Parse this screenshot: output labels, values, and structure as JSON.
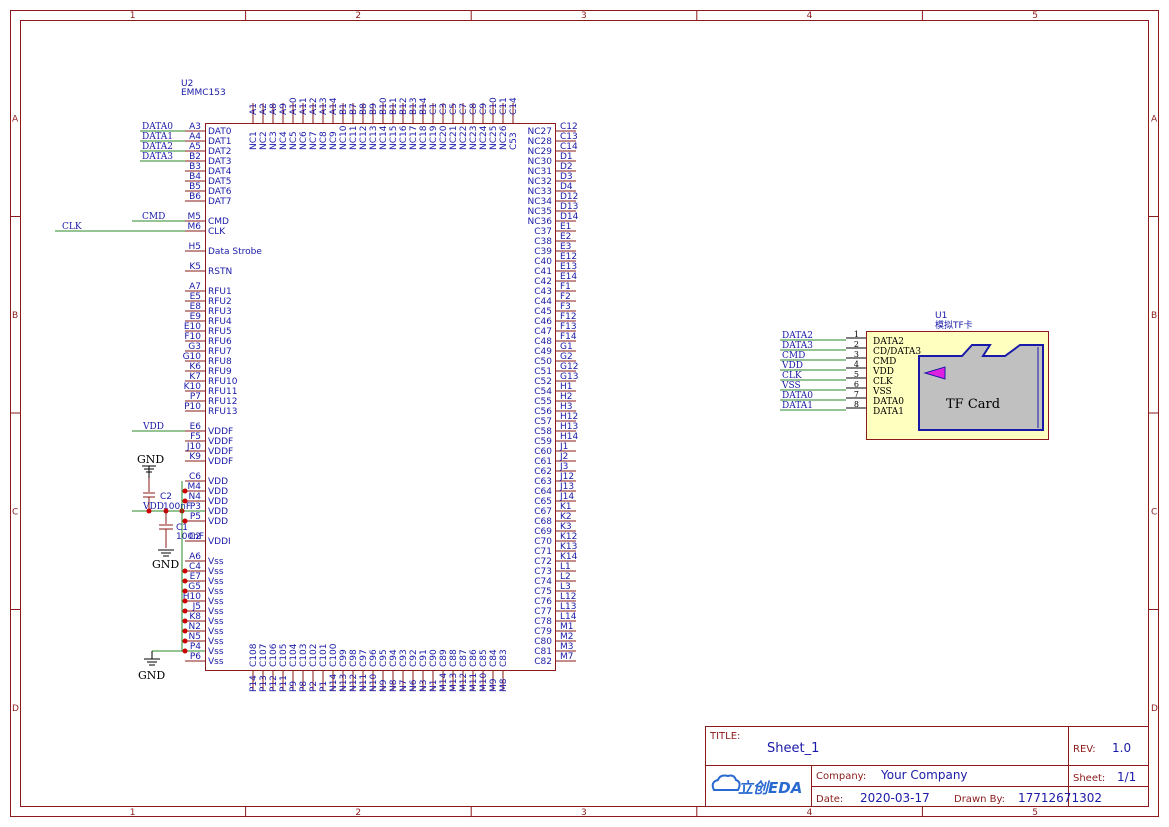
{
  "sheet": {
    "col_labels": [
      "1",
      "2",
      "3",
      "4",
      "5"
    ],
    "row_labels": [
      "A",
      "B",
      "C",
      "D"
    ]
  },
  "u2": {
    "ref": "U2",
    "part": "EMMC153",
    "left_pins": [
      {
        "num": "A3",
        "name": "DAT0",
        "net": "DATA0"
      },
      {
        "num": "A4",
        "name": "DAT1",
        "net": "DATA1"
      },
      {
        "num": "A5",
        "name": "DAT2",
        "net": "DATA2"
      },
      {
        "num": "B2",
        "name": "DAT3",
        "net": "DATA3"
      },
      {
        "num": "B3",
        "name": "DAT4",
        "net": ""
      },
      {
        "num": "B4",
        "name": "DAT5",
        "net": ""
      },
      {
        "num": "B5",
        "name": "DAT6",
        "net": ""
      },
      {
        "num": "B6",
        "name": "DAT7",
        "net": ""
      },
      {
        "num": "M5",
        "name": "CMD",
        "net": "CMD"
      },
      {
        "num": "M6",
        "name": "CLK",
        "net": "CLK"
      },
      {
        "num": "H5",
        "name": "Data Strobe",
        "net": ""
      },
      {
        "num": "K5",
        "name": "RSTN",
        "net": ""
      },
      {
        "num": "A7",
        "name": "RFU1",
        "net": ""
      },
      {
        "num": "E5",
        "name": "RFU2",
        "net": ""
      },
      {
        "num": "E8",
        "name": "RFU3",
        "net": ""
      },
      {
        "num": "E9",
        "name": "RFU4",
        "net": ""
      },
      {
        "num": "E10",
        "name": "RFU5",
        "net": ""
      },
      {
        "num": "F10",
        "name": "RFU6",
        "net": ""
      },
      {
        "num": "G3",
        "name": "RFU7",
        "net": ""
      },
      {
        "num": "G10",
        "name": "RFU8",
        "net": ""
      },
      {
        "num": "K6",
        "name": "RFU9",
        "net": ""
      },
      {
        "num": "K7",
        "name": "RFU10",
        "net": ""
      },
      {
        "num": "K10",
        "name": "RFU11",
        "net": ""
      },
      {
        "num": "P7",
        "name": "RFU12",
        "net": ""
      },
      {
        "num": "P10",
        "name": "RFU13",
        "net": ""
      },
      {
        "num": "E6",
        "name": "VDDF",
        "net": "VDD"
      },
      {
        "num": "F5",
        "name": "VDDF",
        "net": ""
      },
      {
        "num": "J10",
        "name": "VDDF",
        "net": ""
      },
      {
        "num": "K9",
        "name": "VDDF",
        "net": ""
      },
      {
        "num": "C6",
        "name": "VDD",
        "net": ""
      },
      {
        "num": "M4",
        "name": "VDD",
        "net": ""
      },
      {
        "num": "N4",
        "name": "VDD",
        "net": ""
      },
      {
        "num": "P3",
        "name": "VDD",
        "net": ""
      },
      {
        "num": "P5",
        "name": "VDD",
        "net": ""
      },
      {
        "num": "C2",
        "name": "VDDI",
        "net": ""
      },
      {
        "num": "A6",
        "name": "Vss",
        "net": ""
      },
      {
        "num": "C4",
        "name": "Vss",
        "net": ""
      },
      {
        "num": "E7",
        "name": "Vss",
        "net": ""
      },
      {
        "num": "G5",
        "name": "Vss",
        "net": ""
      },
      {
        "num": "H10",
        "name": "Vss",
        "net": ""
      },
      {
        "num": "J5",
        "name": "Vss",
        "net": ""
      },
      {
        "num": "K8",
        "name": "Vss",
        "net": ""
      },
      {
        "num": "N2",
        "name": "Vss",
        "net": ""
      },
      {
        "num": "N5",
        "name": "Vss",
        "net": ""
      },
      {
        "num": "P4",
        "name": "Vss",
        "net": ""
      },
      {
        "num": "P6",
        "name": "Vss",
        "net": ""
      }
    ],
    "top_pins": [
      {
        "num": "A1",
        "name": "NC1"
      },
      {
        "num": "A2",
        "name": "NC2"
      },
      {
        "num": "A8",
        "name": "NC3"
      },
      {
        "num": "A9",
        "name": "NC4"
      },
      {
        "num": "A10",
        "name": "NC5"
      },
      {
        "num": "A11",
        "name": "NC6"
      },
      {
        "num": "A12",
        "name": "NC7"
      },
      {
        "num": "A13",
        "name": "NC8"
      },
      {
        "num": "A14",
        "name": "NC9"
      },
      {
        "num": "B1",
        "name": "NC10"
      },
      {
        "num": "B7",
        "name": "NC11"
      },
      {
        "num": "B8",
        "name": "NC12"
      },
      {
        "num": "B9",
        "name": "NC13"
      },
      {
        "num": "B10",
        "name": "NC14"
      },
      {
        "num": "B11",
        "name": "NC15"
      },
      {
        "num": "B12",
        "name": "NC16"
      },
      {
        "num": "B13",
        "name": "NC17"
      },
      {
        "num": "B14",
        "name": "NC18"
      },
      {
        "num": "C1",
        "name": "NC19"
      },
      {
        "num": "C3",
        "name": "NC20"
      },
      {
        "num": "C5",
        "name": "NC21"
      },
      {
        "num": "C7",
        "name": "NC22"
      },
      {
        "num": "C8",
        "name": "NC23"
      },
      {
        "num": "C9",
        "name": "NC24"
      },
      {
        "num": "C10",
        "name": "NC25"
      },
      {
        "num": "C11",
        "name": "NC26"
      },
      {
        "num": "C14",
        "name": "C53"
      }
    ],
    "right_pins": [
      {
        "num": "C12",
        "name": "NC27"
      },
      {
        "num": "C13",
        "name": "NC28"
      },
      {
        "num": "C14",
        "name": "NC29"
      },
      {
        "num": "D1",
        "name": "NC30"
      },
      {
        "num": "D2",
        "name": "NC31"
      },
      {
        "num": "D3",
        "name": "NC32"
      },
      {
        "num": "D4",
        "name": "NC33"
      },
      {
        "num": "D12",
        "name": "NC34"
      },
      {
        "num": "D13",
        "name": "NC35"
      },
      {
        "num": "D14",
        "name": "NC36"
      },
      {
        "num": "E1",
        "name": "C37"
      },
      {
        "num": "E2",
        "name": "C38"
      },
      {
        "num": "E3",
        "name": "C39"
      },
      {
        "num": "E12",
        "name": "C40"
      },
      {
        "num": "E13",
        "name": "C41"
      },
      {
        "num": "E14",
        "name": "C42"
      },
      {
        "num": "F1",
        "name": "C43"
      },
      {
        "num": "F2",
        "name": "C44"
      },
      {
        "num": "F3",
        "name": "C45"
      },
      {
        "num": "F12",
        "name": "C46"
      },
      {
        "num": "F13",
        "name": "C47"
      },
      {
        "num": "F14",
        "name": "C48"
      },
      {
        "num": "G1",
        "name": "C49"
      },
      {
        "num": "G2",
        "name": "C50"
      },
      {
        "num": "G12",
        "name": "C51"
      },
      {
        "num": "G13",
        "name": "C52"
      },
      {
        "num": "H1",
        "name": "C54"
      },
      {
        "num": "H2",
        "name": "C55"
      },
      {
        "num": "H3",
        "name": "C56"
      },
      {
        "num": "H12",
        "name": "C57"
      },
      {
        "num": "H13",
        "name": "C58"
      },
      {
        "num": "H14",
        "name": "C59"
      },
      {
        "num": "J1",
        "name": "C60"
      },
      {
        "num": "J2",
        "name": "C61"
      },
      {
        "num": "J3",
        "name": "C62"
      },
      {
        "num": "J12",
        "name": "C63"
      },
      {
        "num": "J13",
        "name": "C64"
      },
      {
        "num": "J14",
        "name": "C65"
      },
      {
        "num": "K1",
        "name": "C67"
      },
      {
        "num": "K2",
        "name": "C68"
      },
      {
        "num": "K3",
        "name": "C69"
      },
      {
        "num": "K12",
        "name": "C70"
      },
      {
        "num": "K13",
        "name": "C71"
      },
      {
        "num": "K14",
        "name": "C72"
      },
      {
        "num": "L1",
        "name": "C73"
      },
      {
        "num": "L2",
        "name": "C74"
      },
      {
        "num": "L3",
        "name": "C75"
      },
      {
        "num": "L12",
        "name": "C76"
      },
      {
        "num": "L13",
        "name": "C77"
      },
      {
        "num": "L14",
        "name": "C78"
      },
      {
        "num": "M1",
        "name": "C79"
      },
      {
        "num": "M2",
        "name": "C80"
      },
      {
        "num": "M3",
        "name": "C81"
      },
      {
        "num": "M7",
        "name": "C82"
      }
    ],
    "bottom_pins": [
      {
        "num": "P14",
        "name": "C108"
      },
      {
        "num": "P13",
        "name": "C107"
      },
      {
        "num": "P12",
        "name": "C106"
      },
      {
        "num": "P11",
        "name": "C105"
      },
      {
        "num": "P9",
        "name": "C104"
      },
      {
        "num": "P8",
        "name": "C103"
      },
      {
        "num": "P2",
        "name": "C102"
      },
      {
        "num": "P1",
        "name": "C101"
      },
      {
        "num": "N14",
        "name": "C100"
      },
      {
        "num": "N13",
        "name": "C99"
      },
      {
        "num": "N12",
        "name": "C98"
      },
      {
        "num": "N11",
        "name": "C97"
      },
      {
        "num": "N10",
        "name": "C96"
      },
      {
        "num": "N9",
        "name": "C95"
      },
      {
        "num": "N8",
        "name": "C94"
      },
      {
        "num": "N7",
        "name": "C93"
      },
      {
        "num": "N6",
        "name": "C92"
      },
      {
        "num": "N3",
        "name": "C91"
      },
      {
        "num": "N1",
        "name": "C90"
      },
      {
        "num": "M14",
        "name": "C89"
      },
      {
        "num": "M13",
        "name": "C88"
      },
      {
        "num": "M12",
        "name": "C87"
      },
      {
        "num": "M11",
        "name": "C86"
      },
      {
        "num": "M10",
        "name": "C85"
      },
      {
        "num": "M9",
        "name": "C84"
      },
      {
        "num": "M8",
        "name": "C83"
      }
    ]
  },
  "caps": {
    "c2_ref": "C2",
    "c2_val": "100nF",
    "c1_ref": "C1",
    "c1_val": "100nF",
    "vdd_label": "VDD",
    "gnd_label": "GND"
  },
  "u1": {
    "ref": "U1",
    "part": "模拟TF卡",
    "card_text": "TF Card",
    "pins": [
      {
        "num": "1",
        "name": "DATA2",
        "net": "DATA2"
      },
      {
        "num": "2",
        "name": "CD/DATA3",
        "net": "DATA3"
      },
      {
        "num": "3",
        "name": "CMD",
        "net": "CMD"
      },
      {
        "num": "4",
        "name": "VDD",
        "net": "VDD"
      },
      {
        "num": "5",
        "name": "CLK",
        "net": "CLK"
      },
      {
        "num": "6",
        "name": "VSS",
        "net": "VSS"
      },
      {
        "num": "7",
        "name": "DATA0",
        "net": "DATA0"
      },
      {
        "num": "8",
        "name": "DATA1",
        "net": "DATA1"
      }
    ],
    "body_color": "#ffffc0",
    "card_color": "#c0c0c0",
    "card_edge": "#1a1aa8"
  },
  "title_block": {
    "title_label": "TITLE:",
    "title": "Sheet_1",
    "rev_label": "REV:",
    "rev": "1.0",
    "company_label": "Company:",
    "company": "Your Company",
    "sheet_label": "Sheet:",
    "sheet": "1/1",
    "date_label": "Date:",
    "date": "2020-03-17",
    "drawn_label": "Drawn By:",
    "drawn": "17712671302",
    "logo_text": "立创EDA"
  }
}
